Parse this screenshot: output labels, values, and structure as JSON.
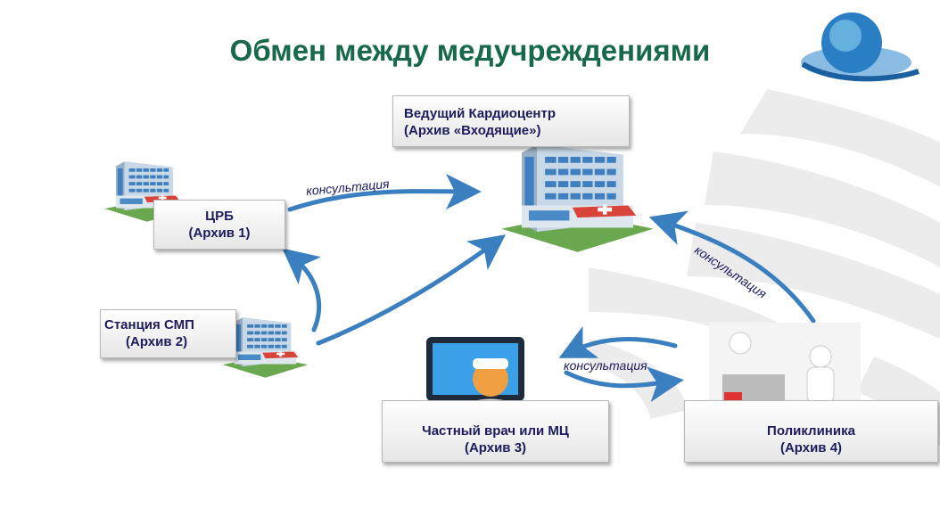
{
  "title": "Обмен между медучреждениями",
  "nodes": {
    "cardio": {
      "line1": "Ведущий Кардиоцентр",
      "line2": "(Архив «Входящие»)"
    },
    "crb": {
      "line1": "ЦРБ",
      "line2": "(Архив 1)"
    },
    "smp": {
      "line1": "Станция СМП",
      "line2": "(Архив 2)"
    },
    "private": {
      "line1": "Частный врач или МЦ",
      "line2": "(Архив 3)"
    },
    "poly": {
      "line1": "Поликлиника",
      "line2": "(Архив 4)"
    }
  },
  "edge_labels": {
    "crb_to_cardio": "консультация",
    "poly_to_cardio": "консультация",
    "private_poly": "консультация"
  },
  "colors": {
    "title": "#17694a",
    "arrow": "#3a7fbf",
    "text": "#1b1b5e"
  }
}
